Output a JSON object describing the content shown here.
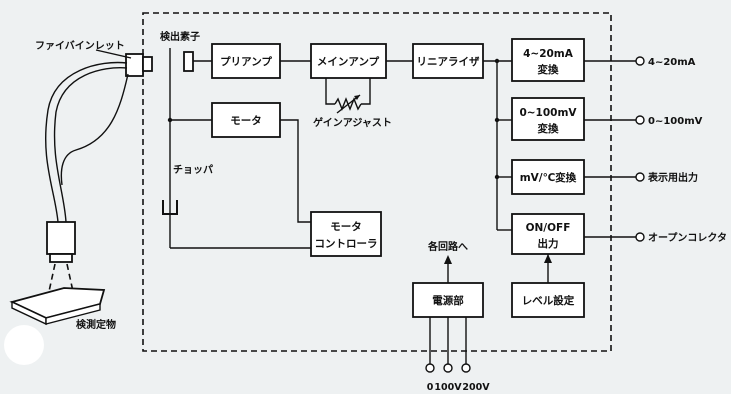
{
  "diagram": {
    "labels": {
      "fiber": "ファイバインレット",
      "detector": "検出素子",
      "chopper": "チョッパ",
      "target": "検測定物",
      "gain_adjust": "ゲインアジャスト",
      "to_circuits": "各回路へ",
      "v0": "0",
      "v100": "100V",
      "v200": "200V"
    },
    "blocks": {
      "preamp": "プリアンプ",
      "mainamp": "メインアンプ",
      "linearizer": "リニアライザ",
      "conv_ma_1": "4~20mA",
      "conv_ma_2": "変換",
      "conv_mv_1": "0~100mV",
      "conv_mv_2": "変換",
      "conv_c": "mV/℃変換",
      "onoff_1": "ON/OFF",
      "onoff_2": "出力",
      "motor": "モータ",
      "motor_ctrl_1": "モータ",
      "motor_ctrl_2": "コントローラ",
      "power": "電源部",
      "level": "レベル設定"
    },
    "outputs": {
      "out_ma": "4~20mA",
      "out_mv": "0~100mV",
      "out_display": "表示用出力",
      "out_oc": "オープンコレクタ"
    }
  }
}
